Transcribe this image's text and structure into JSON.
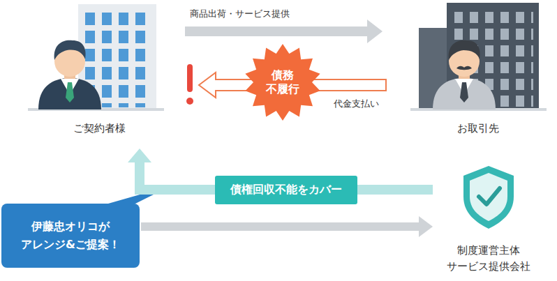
{
  "diagram": {
    "nodes": [
      {
        "text": [
          "ご契約者様"
        ]
      },
      {
        "text": [
          "お取引先"
        ]
      },
      {
        "text": [
          "制度運営主体 サービス提供会社"
        ]
      },
      {
        "text": [
          "伊藤忠オリコが アレンジ&ご提案！"
        ]
      },
      {
        "text": [
          "債務 不履行"
        ]
      }
    ],
    "edges": [
      {
        "from": 0,
        "to": 1,
        "label": "商品出荷・サービス提供",
        "arrow": "to"
      },
      {
        "from": 1,
        "to": 0,
        "label": "代金支払い",
        "arrow": "to"
      },
      {
        "from": 2,
        "to": 0,
        "label": "債権回収不能をカバー",
        "arrow": "to"
      },
      {
        "from": 3,
        "to": 2,
        "arrow": "to"
      }
    ]
  }
}
